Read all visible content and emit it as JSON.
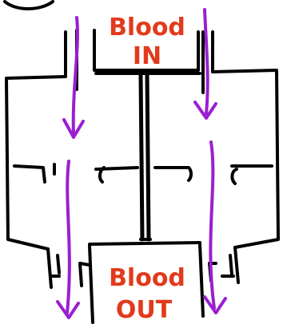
{
  "labels": {
    "top_line1": "Blood",
    "top_line2": "IN",
    "bottom_line1": "Blood",
    "bottom_line2": "OUT"
  },
  "colors": {
    "ink": "#000000",
    "label": "#e23a1c",
    "flow_arrows": "#9a1fd1",
    "background": "#ffffff"
  }
}
